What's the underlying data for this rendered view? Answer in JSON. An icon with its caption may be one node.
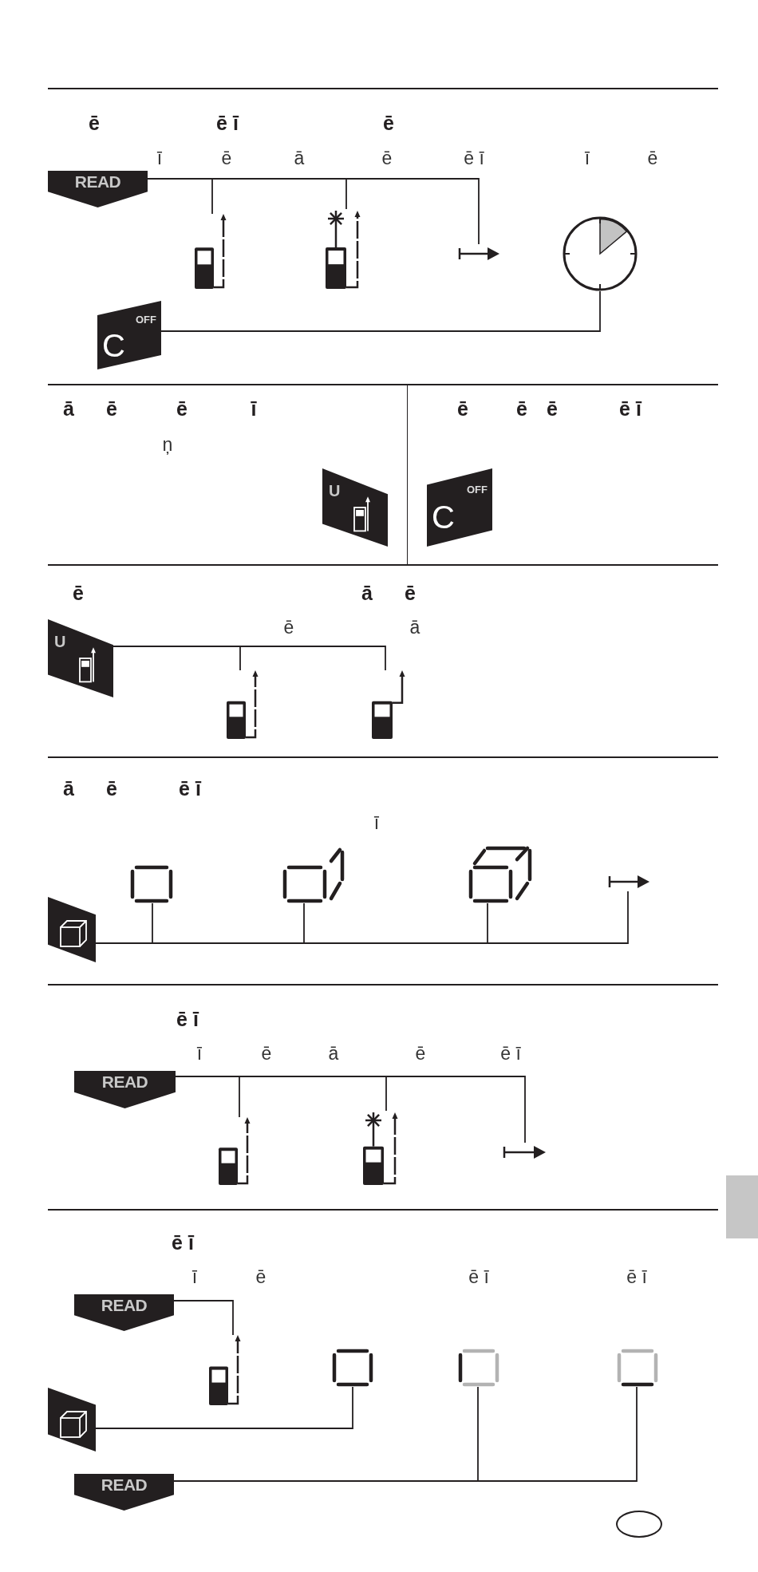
{
  "diagram": {
    "nodes": [
      {
        "text": [
          "READ"
        ]
      },
      {
        "text": [],
        "shape": "picture"
      },
      {
        "text": [],
        "shape": "picture"
      },
      {
        "text": [],
        "shape": "arrow"
      },
      {
        "text": [],
        "shape": "picture"
      },
      {
        "text": [
          "C",
          "OFF"
        ]
      },
      {
        "text": [
          "U"
        ]
      },
      {
        "text": [
          "C",
          "OFF"
        ]
      },
      {
        "text": [
          "U"
        ]
      },
      {
        "text": [],
        "shape": "picture"
      },
      {
        "text": [],
        "shape": "picture"
      },
      {
        "text": [],
        "shape": "picture"
      },
      {
        "text": [],
        "shape": "box"
      },
      {
        "text": [],
        "shape": "cube"
      },
      {
        "text": [],
        "shape": "cube"
      },
      {
        "text": [],
        "shape": "arrow"
      },
      {
        "text": [
          "READ"
        ]
      },
      {
        "text": [],
        "shape": "picture"
      },
      {
        "text": [],
        "shape": "picture"
      },
      {
        "text": [],
        "shape": "arrow"
      },
      {
        "text": [
          "READ"
        ]
      },
      {
        "text": [],
        "shape": "picture"
      },
      {
        "text": [],
        "shape": "box"
      },
      {
        "text": [],
        "shape": "box"
      },
      {
        "text": [],
        "shape": "box"
      },
      {
        "text": [],
        "shape": "picture"
      },
      {
        "text": [
          "READ"
        ]
      },
      {
        "text": [],
        "shape": "bar"
      }
    ],
    "edges": [
      {
        "from": 0,
        "to": 1,
        "arrow": "none"
      },
      {
        "from": 0,
        "to": 2,
        "arrow": "none"
      },
      {
        "from": 0,
        "to": 3,
        "arrow": "none"
      },
      {
        "from": 5,
        "to": 4,
        "arrow": "none"
      },
      {
        "from": 8,
        "to": 9,
        "arrow": "none"
      },
      {
        "from": 8,
        "to": 10,
        "arrow": "none"
      },
      {
        "from": 11,
        "to": 12,
        "arrow": "none"
      },
      {
        "from": 11,
        "to": 13,
        "arrow": "none"
      },
      {
        "from": 11,
        "to": 14,
        "arrow": "none"
      },
      {
        "from": 11,
        "to": 15,
        "arrow": "none"
      },
      {
        "from": 16,
        "to": 17,
        "arrow": "none"
      },
      {
        "from": 16,
        "to": 18,
        "arrow": "none"
      },
      {
        "from": 16,
        "to": 19,
        "arrow": "none"
      },
      {
        "from": 20,
        "to": 21,
        "arrow": "none"
      },
      {
        "from": 25,
        "to": 22,
        "arrow": "none"
      },
      {
        "from": 26,
        "to": 23,
        "arrow": "none"
      },
      {
        "from": 26,
        "to": 24,
        "arrow": "none"
      }
    ],
    "labels": [
      "ē",
      "ē ī",
      "ē",
      "ī",
      "ē",
      "ā",
      "ē",
      "ē ī",
      "ī",
      "ē",
      "ā",
      "ē",
      "ē",
      "ī",
      "ē",
      "ē",
      "ē",
      "ē ī",
      "ņ",
      "ē",
      "ā",
      "ē",
      "ē",
      "ā",
      "ā",
      "ē",
      "ē ī",
      "ī",
      "ē ī",
      "ī",
      "ē",
      "ā",
      "ē",
      "ē ī",
      "ē ī",
      "ī",
      "ē",
      "ē ī",
      "ē ī"
    ]
  }
}
